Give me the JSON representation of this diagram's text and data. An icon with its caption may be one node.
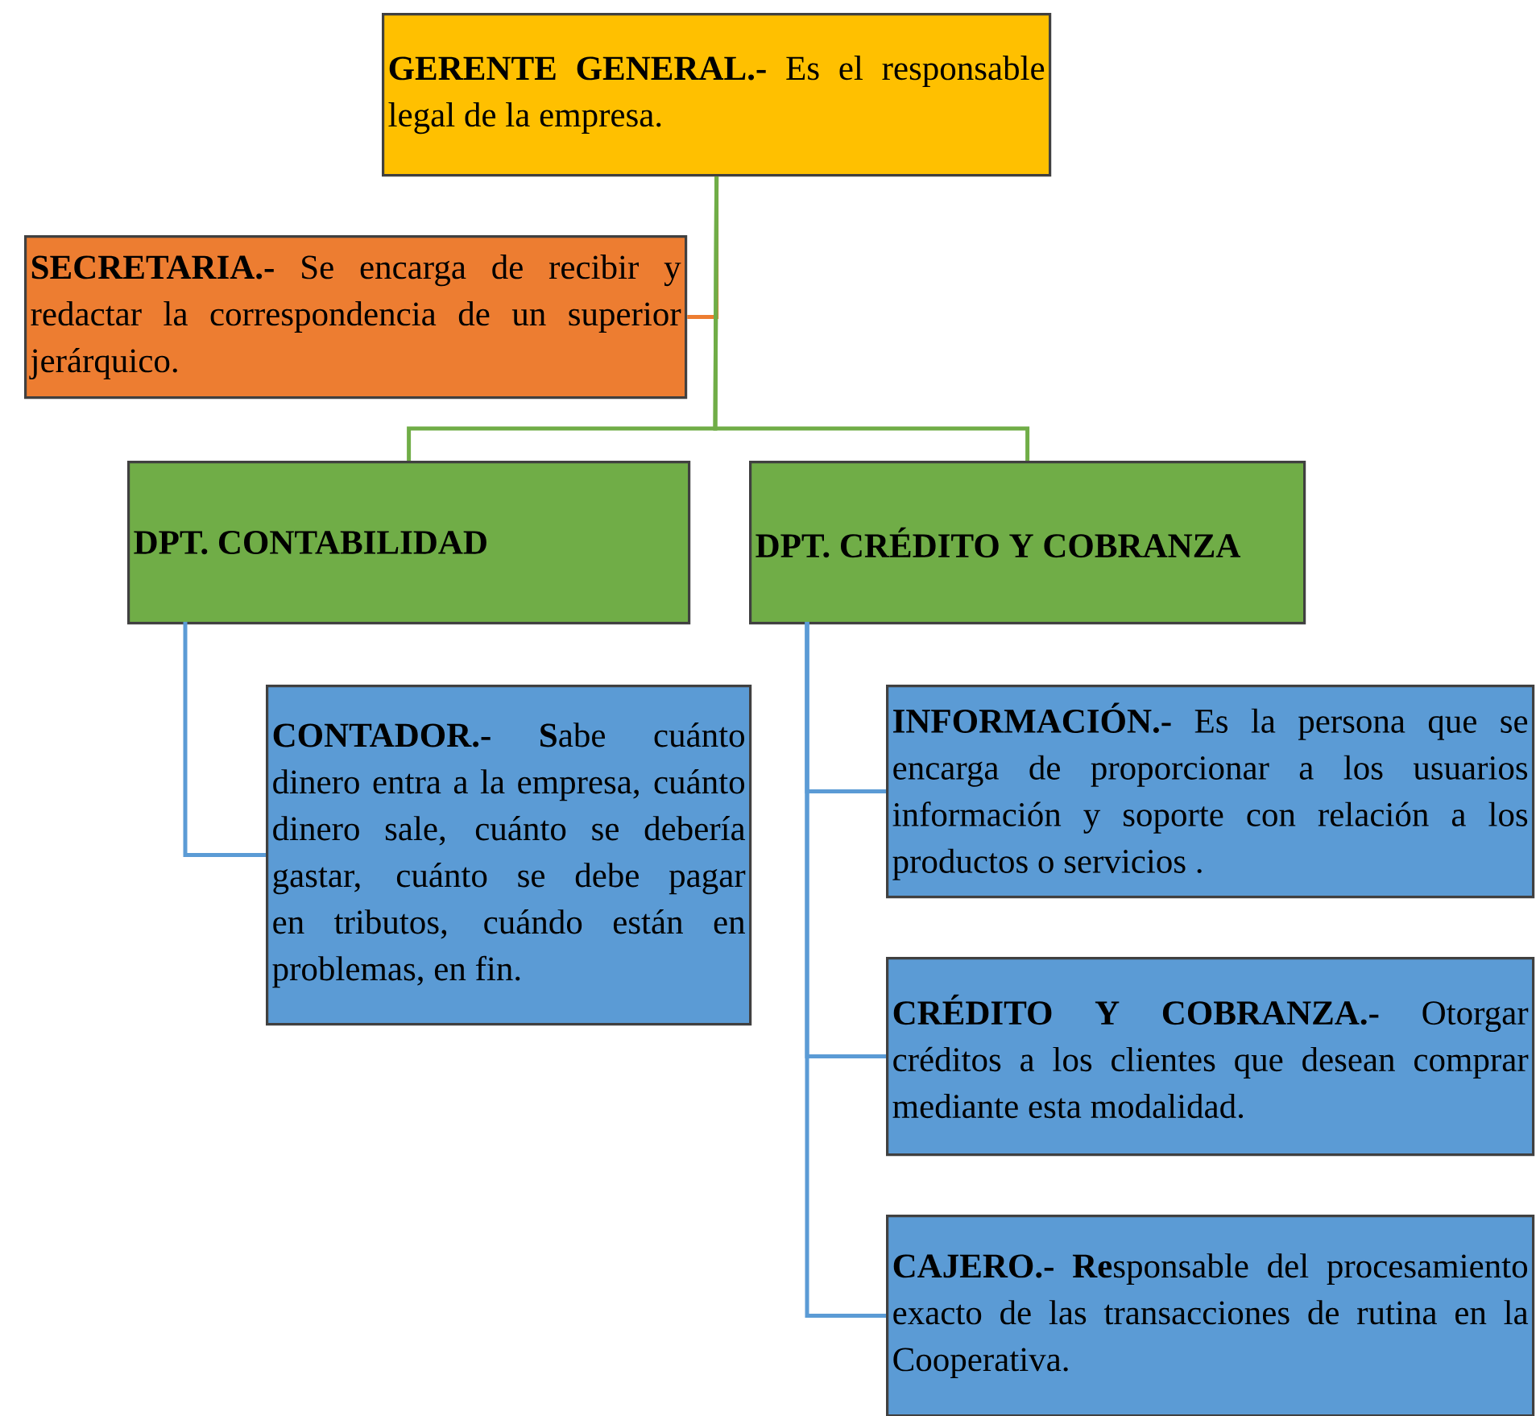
{
  "diagram": {
    "nodes": [
      {
        "text": [
          "**GERENTE GENERAL.-** Es el responsable legal de la empresa."
        ]
      },
      {
        "text": [
          "**SECRETARIA.-** Se encarga de recibir y redactar la correspondencia de un superior jerárquico."
        ]
      },
      {
        "text": [
          "DPT. CONTABILIDAD"
        ]
      },
      {
        "text": [
          "DPT. CRÉDITO Y COBRANZA"
        ]
      },
      {
        "text": [
          "**CONTADOR.- S**abe cuánto dinero entra a la empresa, cuánto dinero sale, cuánto se debería gastar, cuánto se debe pagar en tributos, cuándo están en problemas, en fin."
        ]
      },
      {
        "text": [
          "**INFORMACIÓN.-** Es la persona que se encarga de proporcionar a los usuarios información y soporte con relación a los productos o servicios ."
        ]
      },
      {
        "text": [
          "**CRÉDITO Y COBRANZA.-** Otorgar créditos a los clientes que desean comprar mediante esta modalidad."
        ]
      },
      {
        "text": [
          "**CAJERO.- Re**sponsable del procesamiento exacto de las transacciones de rutina en la Cooperativa."
        ]
      }
    ],
    "edges": [
      {
        "from": 0,
        "to": 1,
        "arrow": "none",
        "color": "#ed7d31"
      },
      {
        "from": 0,
        "to": 2,
        "arrow": "none",
        "color": "#70ad47"
      },
      {
        "from": 0,
        "to": 3,
        "arrow": "none",
        "color": "#70ad47"
      },
      {
        "from": 2,
        "to": 4,
        "arrow": "none",
        "color": "#5b9bd5"
      },
      {
        "from": 3,
        "to": 5,
        "arrow": "none",
        "color": "#5b9bd5"
      },
      {
        "from": 3,
        "to": 6,
        "arrow": "none",
        "color": "#5b9bd5"
      },
      {
        "from": 3,
        "to": 7,
        "arrow": "none",
        "color": "#5b9bd5"
      }
    ]
  }
}
